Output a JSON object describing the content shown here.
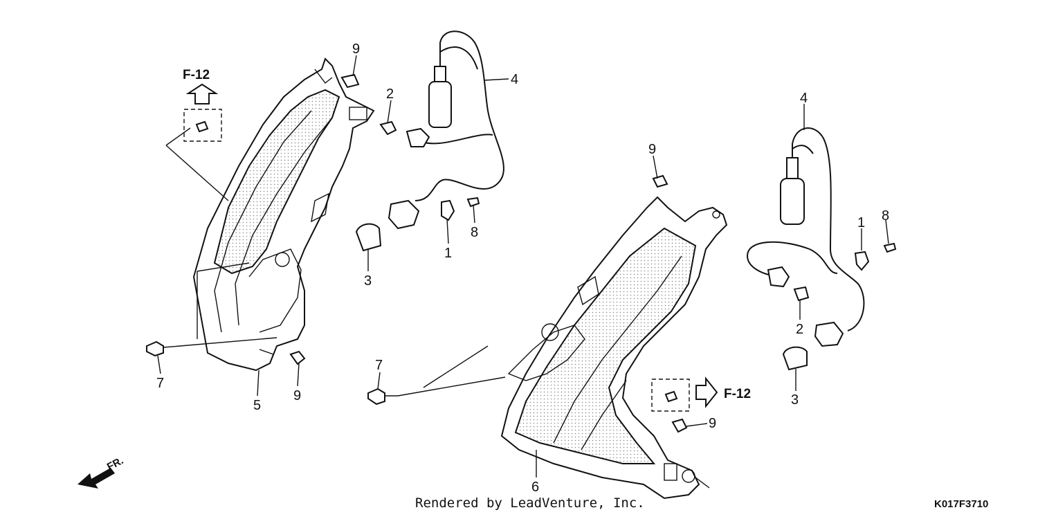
{
  "callouts": {
    "l9_top": "9",
    "l2": "2",
    "l4_left": "4",
    "l8_left": "8",
    "l1_left": "1",
    "l3_left": "3",
    "l7_left": "7",
    "l5": "5",
    "l9_left_bottom": "9",
    "r9_top": "9",
    "r4": "4",
    "r1": "1",
    "r8": "8",
    "r2": "2",
    "r3": "3",
    "r7": "7",
    "r9_bottom": "9",
    "r6": "6"
  },
  "references": {
    "left_ref": "F-12",
    "right_ref": "F-12"
  },
  "front_marker": "FR.",
  "footer": {
    "rendered_by": "Rendered by LeadVenture, Inc.",
    "diagram_code": "K017F3710"
  }
}
